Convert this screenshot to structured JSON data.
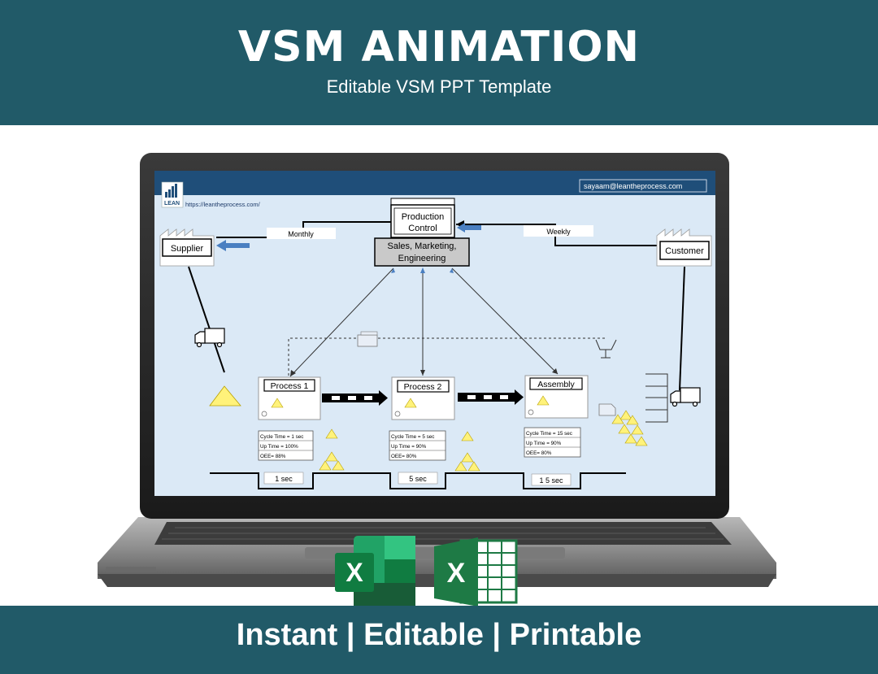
{
  "header": {
    "title": "VSM ANIMATION",
    "subtitle": "Editable VSM PPT Template"
  },
  "footer": {
    "tagline": "Instant | Editable | Printable"
  },
  "screen": {
    "email": "sayaam@leantheprocess.com",
    "url": "https://leantheprocess.com/",
    "logo_text": "LEAN",
    "production_control": [
      "Production",
      "Control"
    ],
    "sales_box": [
      "Sales, Marketing,",
      "Engineering"
    ],
    "supplier": "Supplier",
    "customer": "Customer",
    "monthly": "Monthly",
    "weekly": "Weekly",
    "processes": [
      {
        "name": "Process 1",
        "data": [
          "Cycle Time = 1 sec",
          "Up Time = 100%",
          "OEE= 88%"
        ],
        "time": "1 sec"
      },
      {
        "name": "Process 2",
        "data": [
          "Cycle Time = 5 sec",
          "Up Time = 90%",
          "OEE= 80%"
        ],
        "time": "5 sec"
      },
      {
        "name": "Assembly",
        "data": [
          "Cycle Time = 15 sec",
          "Up Time = 90%",
          "OEE= 80%"
        ],
        "time": "1 5 sec"
      }
    ]
  },
  "icons": {
    "excel_left": "excel-icon",
    "excel_right": "excel-sheet-icon",
    "truck": "truck-icon",
    "inventory": "inventory-triangle-icon"
  },
  "colors": {
    "banner": "#215a68",
    "screen_bg": "#dbe9f6",
    "screen_header": "#1f4e79",
    "arrow_blue": "#4a7fc1",
    "inventory_yellow": "#fff27a",
    "excel_green": "#1e7a45"
  }
}
